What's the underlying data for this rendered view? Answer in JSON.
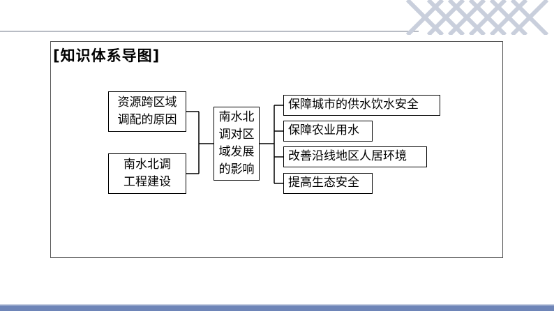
{
  "title": "[知识体系导图]",
  "left_boxes": [
    {
      "line1": "资源跨区域",
      "line2": "调配的原因"
    },
    {
      "line1": "南水北调",
      "line2": "工程建设"
    }
  ],
  "center_box": {
    "line1": "南水北",
    "line2": "调对区",
    "line3": "域发展",
    "line4": "的影响"
  },
  "right_boxes": [
    "保障城市的供水饮水安全",
    "保障农业用水",
    "改善沿线地区人居环境",
    "提高生态安全"
  ],
  "colors": {
    "frame": "#555555",
    "accent_bar": "#6e85b8",
    "top_line": "#b8bcc4"
  }
}
